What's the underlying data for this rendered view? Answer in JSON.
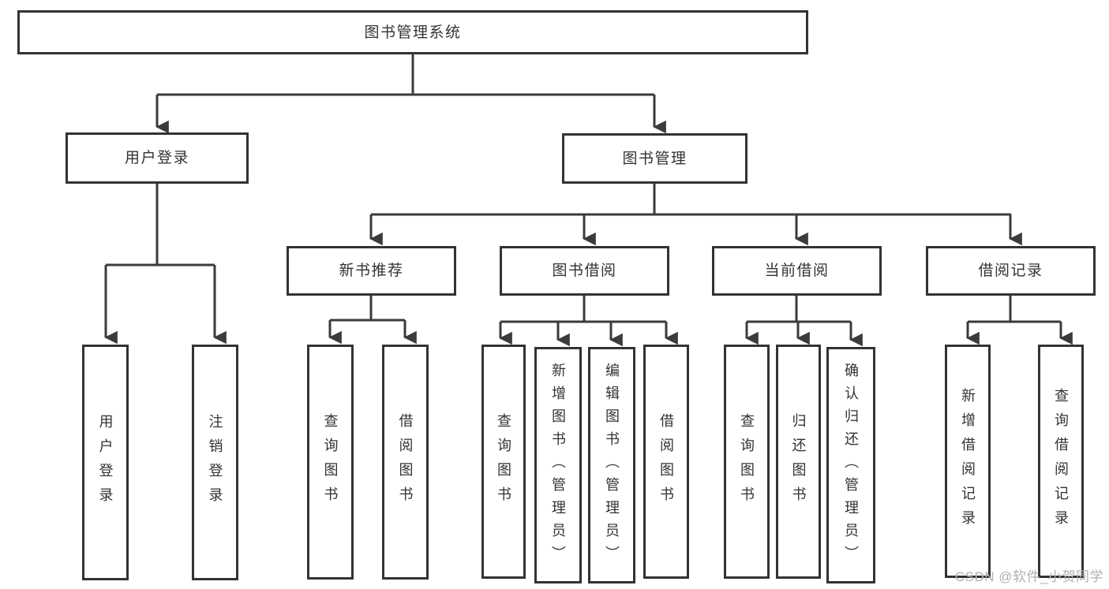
{
  "watermark": "CSDN @软件_小贺同学",
  "colors": {
    "background": "#ffffff",
    "box_border": "#333333",
    "box_text": "#333333",
    "connector_line": "#3b3b3b",
    "watermark_text": "#b0b0b0"
  },
  "nodes": {
    "root": "图书管理系统",
    "user_login_group": "用户登录",
    "book_management_group": "图书管理",
    "user_login_action": "用户登录",
    "logout_action": "注销登录",
    "new_book_recommend_group": "新书推荐",
    "book_borrow_group": "图书借阅",
    "current_borrow_group": "当前借阅",
    "borrow_record_group": "借阅记录",
    "recommend_query_books": "查询图书",
    "recommend_borrow_books": "借阅图书",
    "borrow_query_books": "查询图书",
    "borrow_add_books": "新增图书（管理员）",
    "borrow_edit_books": "编辑图书（管理员）",
    "borrow_borrow_books": "借阅图书",
    "current_query_books": "查询图书",
    "current_return_books": "归还图书",
    "current_confirm_return": "确认归还（管理员）",
    "record_add_record": "新增借阅记录",
    "record_query_record": "查询借阅记录"
  },
  "hierarchy_note": {
    "root_children": [
      "用户登录",
      "图书管理"
    ],
    "用户登录_children": [
      "用户登录",
      "注销登录"
    ],
    "图书管理_children": [
      "新书推荐",
      "图书借阅",
      "当前借阅",
      "借阅记录"
    ],
    "新书推荐_children": [
      "查询图书",
      "借阅图书"
    ],
    "图书借阅_children": [
      "查询图书",
      "新增图书（管理员）",
      "编辑图书（管理员）",
      "借阅图书"
    ],
    "当前借阅_children": [
      "查询图书",
      "归还图书",
      "确认归还（管理员）"
    ],
    "借阅记录_children": [
      "新增借阅记录",
      "查询借阅记录"
    ]
  }
}
